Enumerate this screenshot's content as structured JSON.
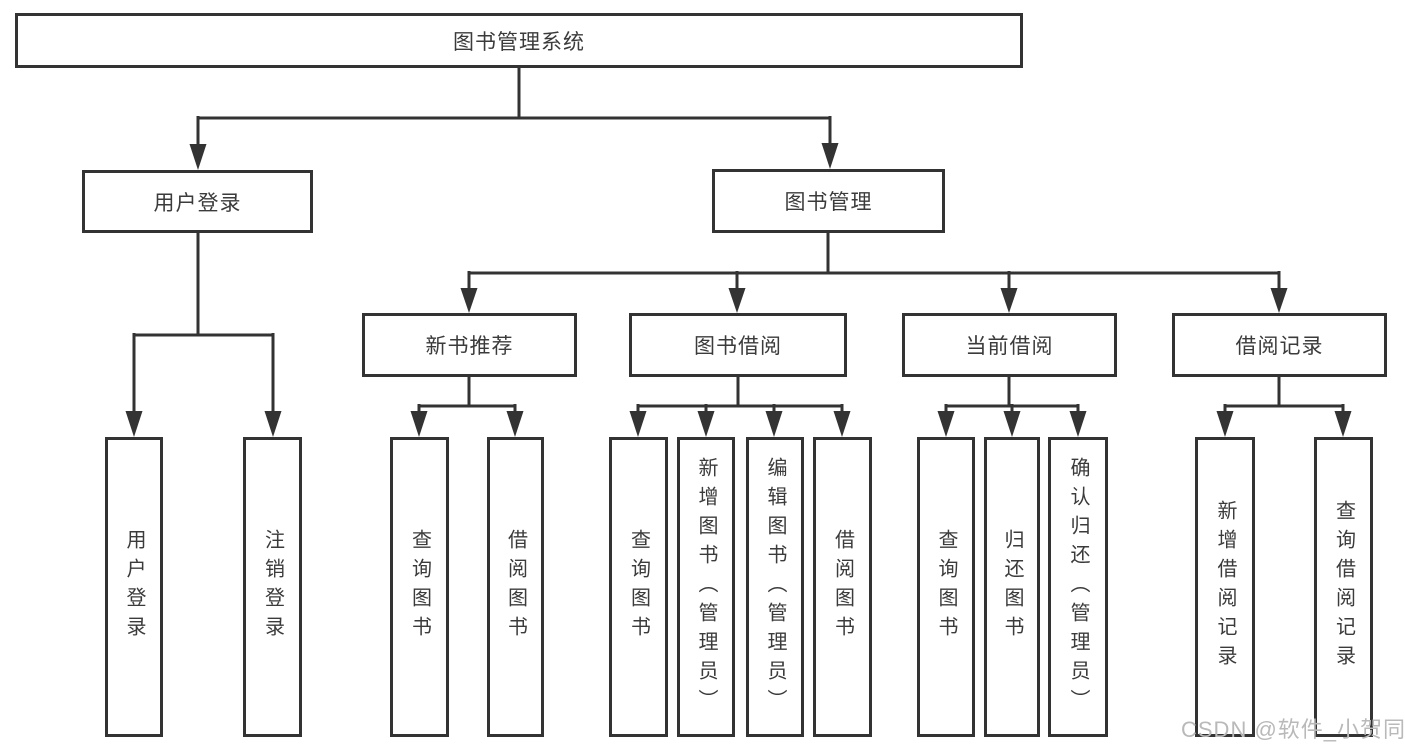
{
  "diagram": {
    "root": {
      "label": "图书管理系统"
    },
    "branches": [
      {
        "label": "用户登录",
        "children": [
          {
            "label": "用户登录"
          },
          {
            "label": "注销登录"
          }
        ]
      },
      {
        "label": "图书管理",
        "children": [
          {
            "label": "新书推荐",
            "children": [
              {
                "label": "查询图书"
              },
              {
                "label": "借阅图书"
              }
            ]
          },
          {
            "label": "图书借阅",
            "children": [
              {
                "label": "查询图书"
              },
              {
                "label": "新增图书（管理员）"
              },
              {
                "label": "编辑图书（管理员）"
              },
              {
                "label": "借阅图书"
              }
            ]
          },
          {
            "label": "当前借阅",
            "children": [
              {
                "label": "查询图书"
              },
              {
                "label": "归还图书"
              },
              {
                "label": "确认归还（管理员）"
              }
            ]
          },
          {
            "label": "借阅记录",
            "children": [
              {
                "label": "新增借阅记录"
              },
              {
                "label": "查询借阅记录"
              }
            ]
          }
        ]
      }
    ]
  },
  "watermark": {
    "text": "CSDN @软件_小贺同学"
  },
  "colors": {
    "line": "#333333",
    "text": "#3b3b3b",
    "watermark": "#b9b9b9",
    "background": "#ffffff"
  }
}
